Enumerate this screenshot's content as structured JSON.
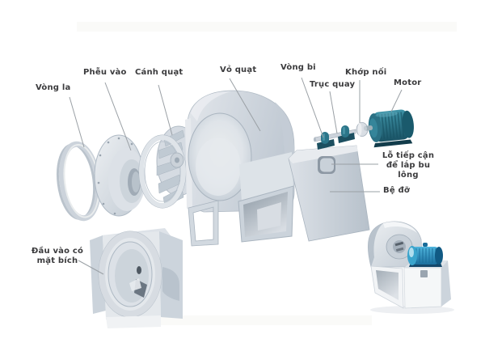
{
  "diagram": {
    "type": "exploded-view-centrifugal-fan",
    "background": "#ffffff",
    "labels": {
      "vong_la": "Vòng la",
      "pheu_vao": "Phễu vào",
      "canh_quat": "Cánh quạt",
      "vo_quat": "Vỏ quạt",
      "vong_bi": "Vòng bi",
      "truc_quay": "Trục quay",
      "khop_noi": "Khớp nối",
      "motor": "Motor",
      "lo_tiep_can": "Lỗ tiếp cận để lắp bu lông",
      "be_do": "Bệ đỡ",
      "dau_vao": "Đầu vào có mặt bích"
    },
    "colors": {
      "part_light": "#e4e8ec",
      "part_mid": "#ccd4dc",
      "part_dark": "#a9b4bf",
      "motor_teal": "#2b7589",
      "motor_teal_dark": "#17505f",
      "inset_motor_blue": "#2a96c2",
      "label_text": "#3b3b3d",
      "leader_line": "#9aa0a5"
    }
  }
}
